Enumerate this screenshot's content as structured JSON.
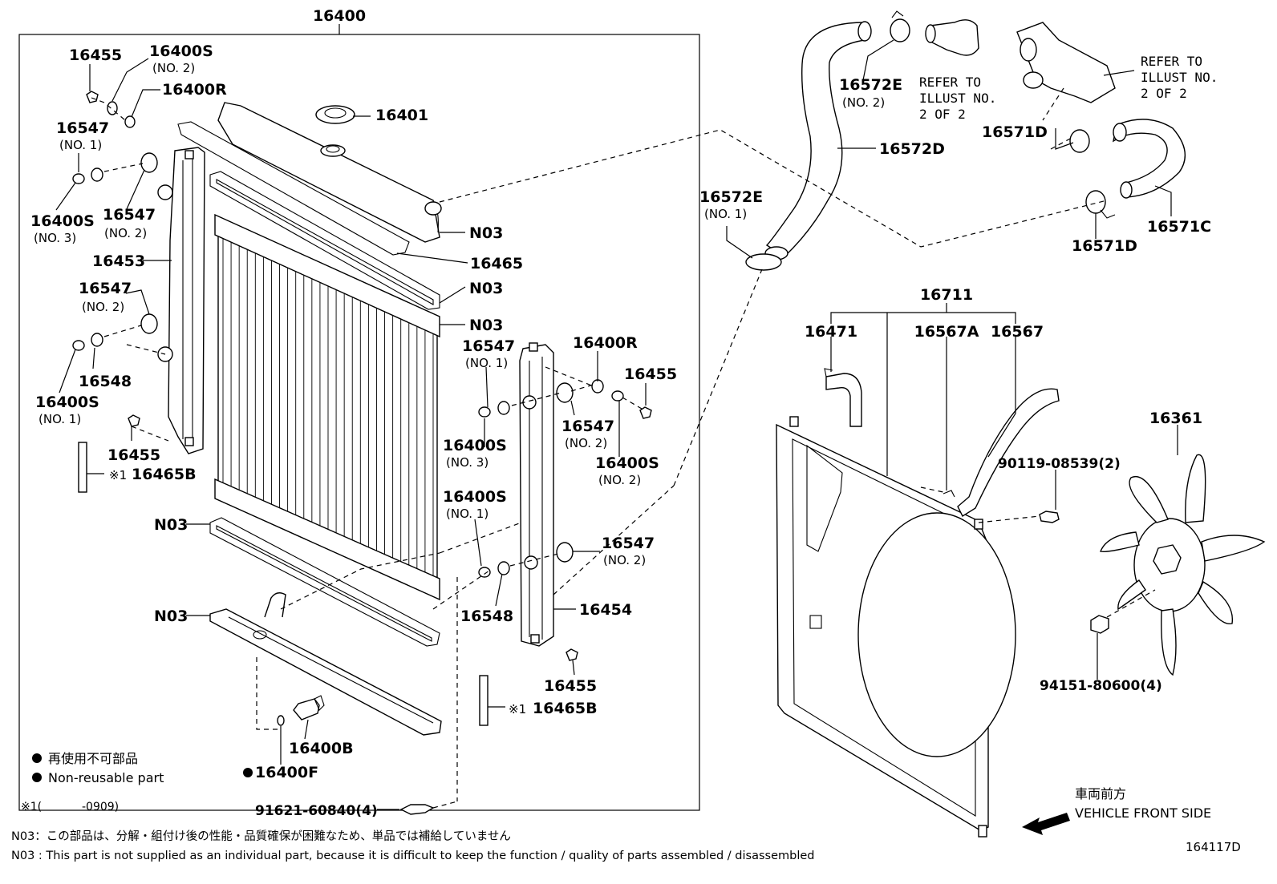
{
  "labels": {
    "main_assy": "16400",
    "p16455_a": "16455",
    "p16400S_no2_a": "16400S",
    "p16400S_no2_a_sub": "(NO. 2)",
    "p16400R_a": "16400R",
    "p16401": "16401",
    "p16547_no1_a": "16547",
    "p16547_no1_a_sub": "(NO. 1)",
    "p16400S_no3_a": "16400S",
    "p16400S_no3_a_sub": "(NO. 3)",
    "p16547_no2_a": "16547",
    "p16547_no2_a_sub": "(NO. 2)",
    "p16453": "16453",
    "p16547_no2_b": "16547",
    "p16547_no2_b_sub": "(NO. 2)",
    "p16548_a": "16548",
    "p16400S_no1_a": "16400S",
    "p16400S_no1_a_sub": "(NO. 1)",
    "p16455_b": "16455",
    "p16465B_a": "16465B",
    "p16465B_a_mark": "※1",
    "n03_1": "N03",
    "p16465": "16465",
    "n03_2": "N03",
    "n03_3": "N03",
    "p16547_no1_b": "16547",
    "p16547_no1_b_sub": "(NO. 1)",
    "p16400R_b": "16400R",
    "p16455_c": "16455",
    "p16547_no2_c": "16547",
    "p16547_no2_c_sub": "(NO. 2)",
    "p16400S_no3_b": "16400S",
    "p16400S_no3_b_sub": "(NO. 3)",
    "p16400S_no2_b": "16400S",
    "p16400S_no2_b_sub": "(NO. 2)",
    "p16400S_no1_b": "16400S",
    "p16400S_no1_b_sub": "(NO. 1)",
    "p16547_no2_d": "16547",
    "p16547_no2_d_sub": "(NO. 2)",
    "n03_4": "N03",
    "n03_5": "N03",
    "p16548_b": "16548",
    "p16454": "16454",
    "p16455_d": "16455",
    "p16465B_b": "16465B",
    "p16465B_b_mark": "※1",
    "p16400B": "16400B",
    "p16400F": "16400F",
    "p91621": "91621-60840(4)",
    "p16572E_no2": "16572E",
    "p16572E_no2_sub": "(NO. 2)",
    "refer_1_l1": "REFER TO",
    "refer_1_l2": "ILLUST NO.",
    "refer_1_l3": "2 OF 2",
    "refer_2_l1": "REFER TO",
    "refer_2_l2": "ILLUST NO.",
    "refer_2_l3": "2 OF 2",
    "p16572D": "16572D",
    "p16571D_a": "16571D",
    "p16572E_no1": "16572E",
    "p16572E_no1_sub": "(NO. 1)",
    "p16571D_b": "16571D",
    "p16571C": "16571C",
    "p16711": "16711",
    "p16471": "16471",
    "p16567A": "16567A",
    "p16567": "16567",
    "p16361": "16361",
    "p90119": "90119-08539(2)",
    "p94151": "94151-80600(4)"
  },
  "legend": {
    "jp": "再使用不可部品",
    "en": "Non-reusable part",
    "mark_note_a": "※1(",
    "mark_note_b": "-0909)"
  },
  "footnotes": {
    "n03_jp": "N03：この部品は、分解・組付け後の性能・品質確保が困難なため、単品では補給していません",
    "n03_en": "N03 : This part is not supplied as an individual part, because it is difficult to keep the function / quality of parts assembled / disassembled"
  },
  "direction": {
    "jp": "車両前方",
    "en": "VEHICLE FRONT SIDE"
  },
  "figure_id": "164117D"
}
